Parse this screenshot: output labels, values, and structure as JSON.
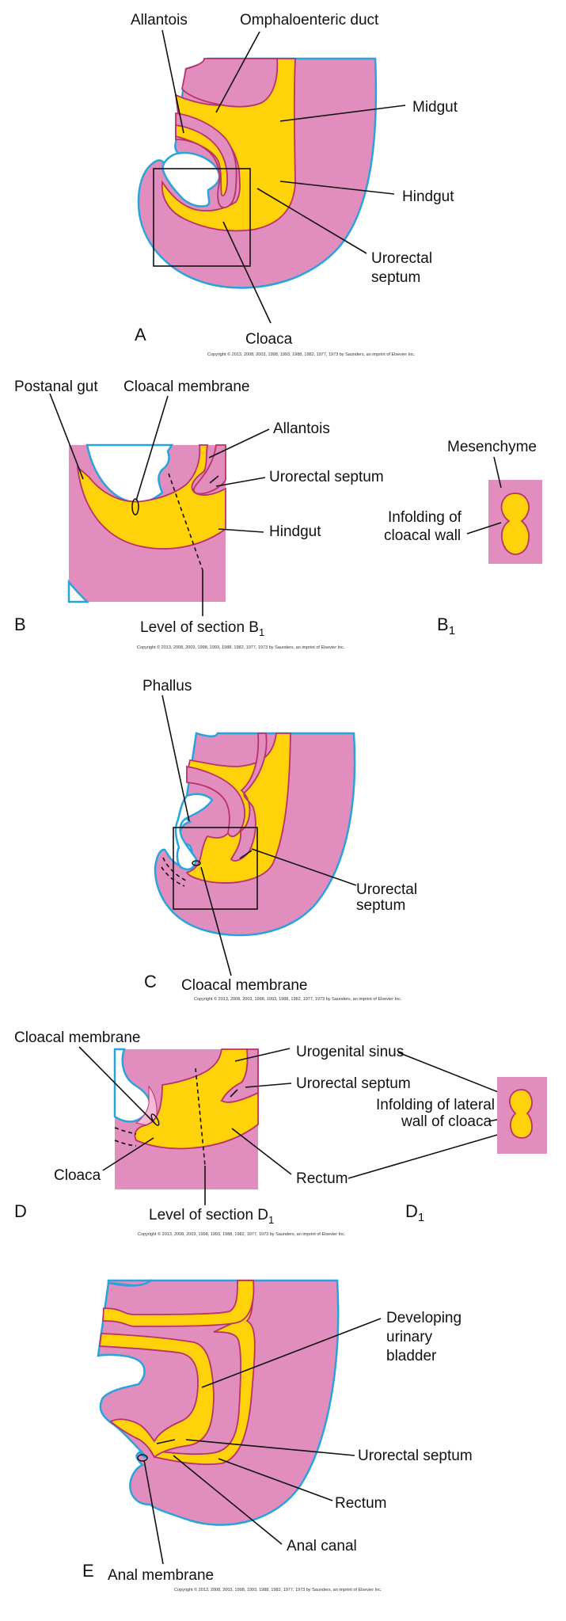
{
  "figure": {
    "colors": {
      "mesenchyme_pink": "#E18DBD",
      "endoderm_yellow": "#FFD20A",
      "ectoderm_outline_blue": "#29A3DC",
      "epithelium_outline": "#B8336A",
      "line": "#111111"
    },
    "copyright": "Copyright © 2013, 2008, 2003, 1998, 1993, 1988, 1982, 1977, 1973 by Saunders, an imprint of Elsevier Inc.",
    "panels": {
      "A": {
        "label": "A",
        "labels": {
          "allantois": "Allantois",
          "omphaloenteric_duct": "Omphaloenteric duct",
          "midgut": "Midgut",
          "hindgut": "Hindgut",
          "urorectal_septum_1": "Urorectal",
          "urorectal_septum_2": "septum",
          "cloaca": "Cloaca"
        }
      },
      "B": {
        "label": "B",
        "labels": {
          "postanal_gut": "Postanal gut",
          "cloacal_membrane": "Cloacal membrane",
          "allantois": "Allantois",
          "urorectal_septum": "Urorectal septum",
          "hindgut": "Hindgut",
          "level_of_section": "Level of section B",
          "level_sub": "1"
        }
      },
      "B1": {
        "label": "B",
        "label_sub": "1",
        "labels": {
          "mesenchyme": "Mesenchyme",
          "infolding_1": "Infolding of",
          "infolding_2": "cloacal wall"
        }
      },
      "C": {
        "label": "C",
        "labels": {
          "phallus": "Phallus",
          "urorectal_septum_1": "Urorectal",
          "urorectal_septum_2": "septum",
          "cloacal_membrane": "Cloacal membrane"
        }
      },
      "D": {
        "label": "D",
        "labels": {
          "cloacal_membrane": "Cloacal membrane",
          "urogenital_sinus": "Urogenital sinus",
          "urorectal_septum": "Urorectal septum",
          "infolding_1": "Infolding of lateral",
          "infolding_2": "wall of cloaca",
          "cloaca": "Cloaca",
          "rectum": "Rectum",
          "level_of_section": "Level of section D",
          "level_sub": "1"
        }
      },
      "D1": {
        "label": "D",
        "label_sub": "1"
      },
      "E": {
        "label": "E",
        "labels": {
          "developing_1": "Developing",
          "developing_2": "urinary",
          "developing_3": "bladder",
          "urorectal_septum": "Urorectal septum",
          "rectum": "Rectum",
          "anal_canal": "Anal canal",
          "anal_membrane": "Anal membrane"
        }
      }
    }
  }
}
